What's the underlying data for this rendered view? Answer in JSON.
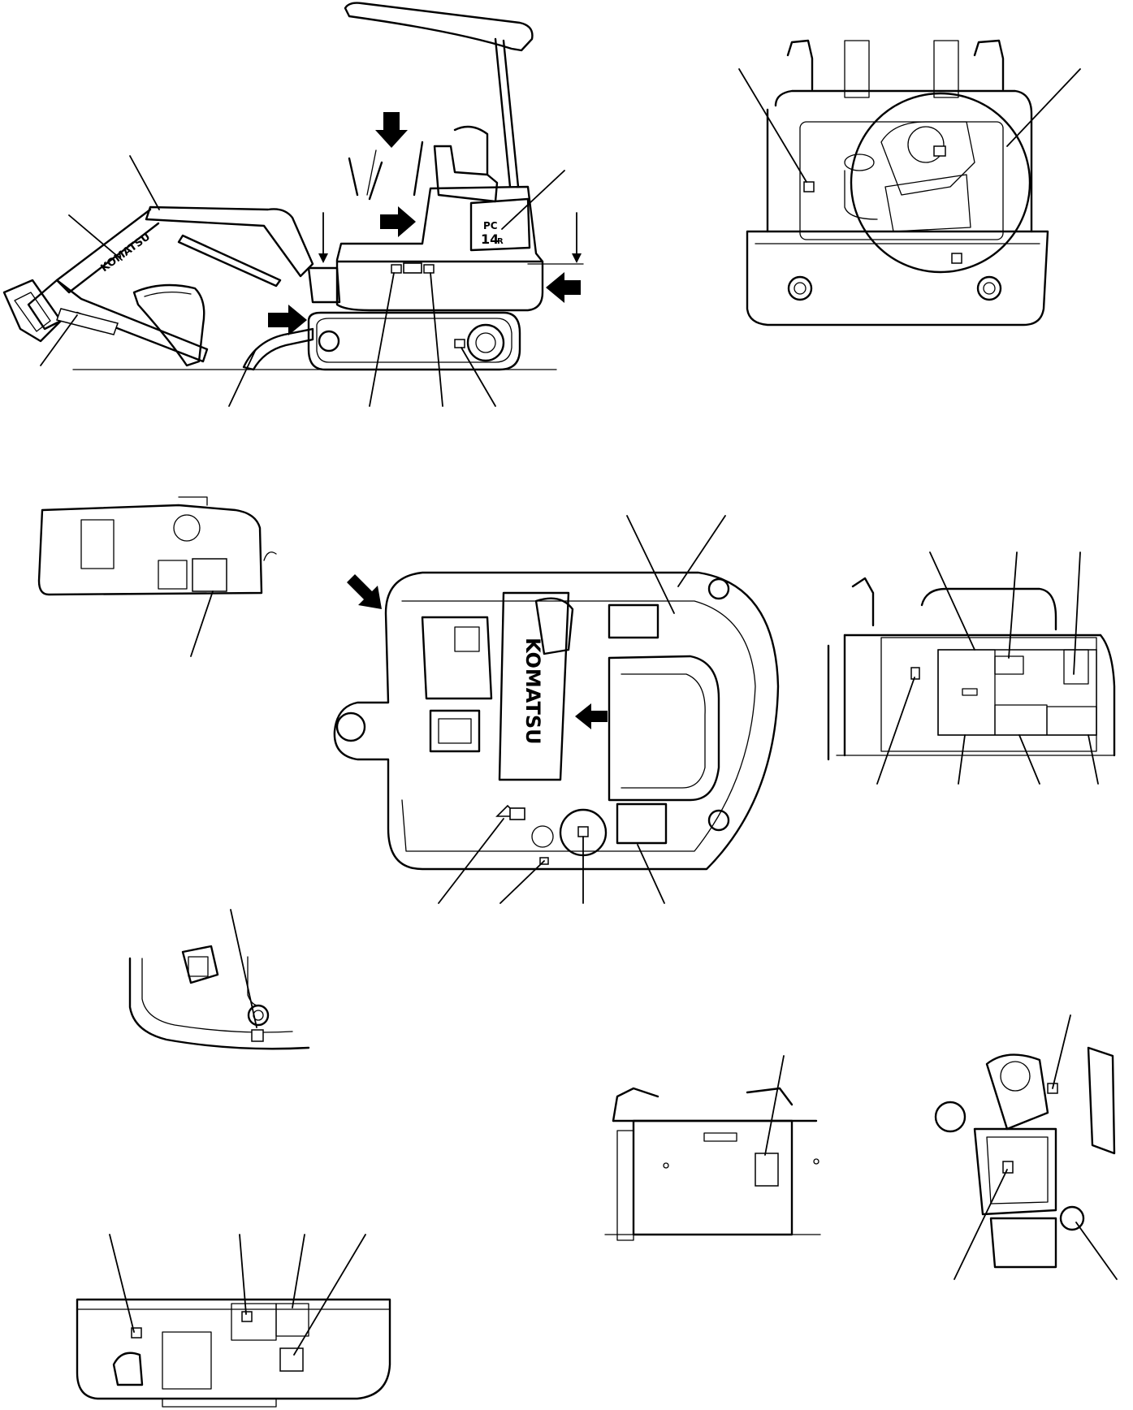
{
  "views": [
    {
      "id": "machine-side-view",
      "brand_text": "KOMATSU",
      "model_text": "PC",
      "model_number": "14",
      "model_suffix": "R"
    },
    {
      "id": "rear-engine-view"
    },
    {
      "id": "left-cover-view"
    },
    {
      "id": "operator-top-view",
      "brand_text": "KOMATSU"
    },
    {
      "id": "right-cover-view"
    },
    {
      "id": "floor-corner-view"
    },
    {
      "id": "cover-panel-view"
    },
    {
      "id": "engine-detail-view"
    },
    {
      "id": "bottom-cover-view"
    }
  ],
  "colors": {
    "line": "#000000",
    "background": "#ffffff"
  }
}
